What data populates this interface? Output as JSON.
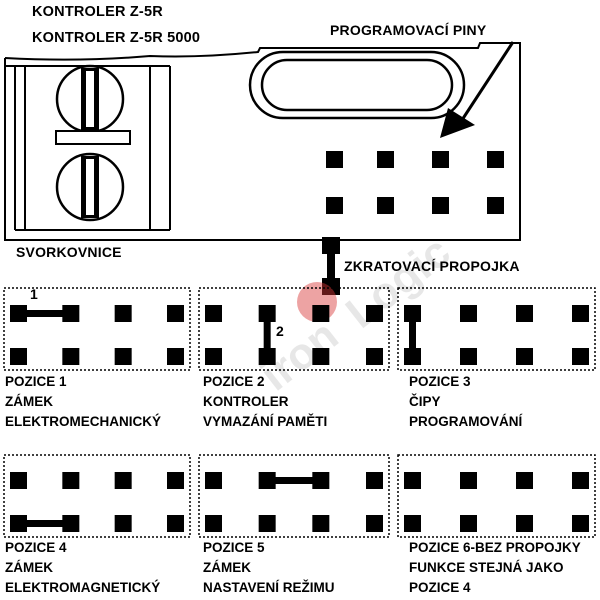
{
  "title_lines": [
    "KONTROLER Z-5R",
    "KONTROLER Z-5R 5000"
  ],
  "labels": {
    "programming_pins": "PROGRAMOVACÍ PINY",
    "terminal_block": "SVORKOVNICE",
    "jumper": "ZKRATOVACÍ PROPOJKA",
    "jumper_mark_1": "1",
    "jumper_mark_2": "2"
  },
  "watermark": "iron Logic",
  "positions": [
    {
      "lines": [
        "POZICE 1",
        "ZÁMEK",
        "ELEKTROMECHANICKÝ"
      ],
      "jumper": "top-left-horizontal"
    },
    {
      "lines": [
        "POZICE 2",
        "KONTROLER",
        "VYMAZÁNÍ PAMĚTI"
      ],
      "jumper": "second-column-vertical"
    },
    {
      "lines": [
        "POZICE 3",
        "ČIPY",
        "PROGRAMOVÁNÍ"
      ],
      "jumper": "first-column-vertical"
    },
    {
      "lines": [
        "POZICE 4",
        "ZÁMEK",
        "ELEKTROMAGNETICKÝ"
      ],
      "jumper": "bottom-left-horizontal"
    },
    {
      "lines": [
        "POZICE 5",
        "ZÁMEK",
        "NASTAVENÍ REŽIMU"
      ],
      "jumper": "top-middle-horizontal"
    },
    {
      "lines": [
        "POZICE 6-BEZ PROPOJKY",
        "FUNKCE STEJNÁ JAKO",
        "POZICE 4"
      ],
      "jumper": "none"
    }
  ]
}
